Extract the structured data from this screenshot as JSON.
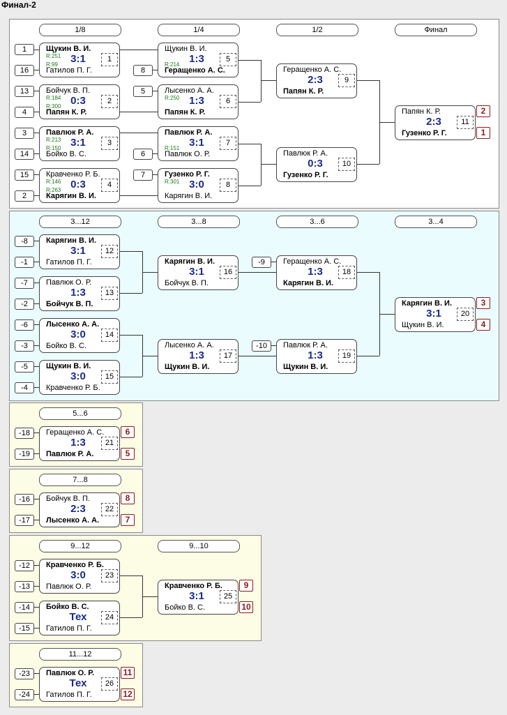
{
  "title": "Финал-2",
  "colors": {
    "score": "#1a2a8c",
    "place": "#8b1a1a",
    "rating": "#1c7a1c"
  },
  "rounds": {
    "r1_8": "1/8",
    "r1_4": "1/4",
    "r1_2": "1/2",
    "final": "Финал",
    "r3_12": "3...12",
    "r3_8": "3...8",
    "r3_6": "3...6",
    "r3_4": "3...4",
    "r5_6": "5...6",
    "r7_8": "7...8",
    "r9_12": "9...12",
    "r9_10": "9...10",
    "r11_12": "11...12"
  },
  "seeds": {
    "s1": "1",
    "s16": "16",
    "s13": "13",
    "s4": "4",
    "s3": "3",
    "s14": "14",
    "s15": "15",
    "s2": "2",
    "s8": "8",
    "s5": "5",
    "s6": "6",
    "s7": "7",
    "m8": "-8",
    "m1": "-1",
    "m7": "-7",
    "m2": "-2",
    "m6": "-6",
    "m3": "-3",
    "m5": "-5",
    "m4": "-4",
    "m9": "-9",
    "m10": "-10",
    "m18": "-18",
    "m19": "-19",
    "m16": "-16",
    "m17": "-17",
    "m12": "-12",
    "m13": "-13",
    "m14": "-14",
    "m15": "-15",
    "m23": "-23",
    "m24": "-24"
  },
  "places": {
    "p1": "1",
    "p2": "2",
    "p3": "3",
    "p4": "4",
    "p5": "5",
    "p6": "6",
    "p7": "7",
    "p8": "8",
    "p9": "9",
    "p10": "10",
    "p11": "11",
    "p12": "12"
  },
  "matches": {
    "m1": {
      "num": "1",
      "p1": "Щукин В. И.",
      "p2": "Гатилов П. Г.",
      "score": "3:1",
      "r1": "R:251",
      "r2": "R:99"
    },
    "m2": {
      "num": "2",
      "p1": "Бойчук В. П.",
      "p2": "Папян К. Р.",
      "score": "0:3",
      "r1": "R:184",
      "r2": "R:300"
    },
    "m3": {
      "num": "3",
      "p1": "Павлюк Р. А.",
      "p2": "Бойко В. С.",
      "score": "3:1",
      "r1": "R:213",
      "r2": "R:150"
    },
    "m4": {
      "num": "4",
      "p1": "Кравченко Р. Б.",
      "p2": "Карягин В. И.",
      "score": "0:3",
      "r1": "R:146",
      "r2": "R:263"
    },
    "m5": {
      "num": "5",
      "p1": "Щукин В. И.",
      "p2": "Геращенко А. С.",
      "score": "1:3",
      "r2": "R:214"
    },
    "m6": {
      "num": "6",
      "p1": "Лысенко А. А.",
      "p2": "Папян К. Р.",
      "score": "1:3",
      "r1": "R:250"
    },
    "m7": {
      "num": "7",
      "p1": "Павлюк Р. А.",
      "p2": "Павлюк О. Р.",
      "score": "3:1",
      "r2": "R:151"
    },
    "m8": {
      "num": "8",
      "p1": "Гузенко Р. Г.",
      "p2": "Карягин В. И.",
      "score": "3:0",
      "r1": "R:301"
    },
    "m9": {
      "num": "9",
      "p1": "Геращенко А. С.",
      "p2": "Папян К. Р.",
      "score": "2:3"
    },
    "m10": {
      "num": "10",
      "p1": "Павлюк Р. А.",
      "p2": "Гузенко Р. Г.",
      "score": "0:3"
    },
    "m11": {
      "num": "11",
      "p1": "Папян К. Р.",
      "p2": "Гузенко Р. Г.",
      "score": "2:3"
    },
    "m12": {
      "num": "12",
      "p1": "Карягин В. И.",
      "p2": "Гатилов П. Г.",
      "score": "3:1"
    },
    "m13": {
      "num": "13",
      "p1": "Павлюк О. Р.",
      "p2": "Бойчук В. П.",
      "score": "1:3"
    },
    "m14": {
      "num": "14",
      "p1": "Лысенко А. А.",
      "p2": "Бойко В. С.",
      "score": "3:0"
    },
    "m15": {
      "num": "15",
      "p1": "Щукин В. И.",
      "p2": "Кравченко Р. Б.",
      "score": "3:0"
    },
    "m16": {
      "num": "16",
      "p1": "Карягин В. И.",
      "p2": "Бойчук В. П.",
      "score": "3:1"
    },
    "m17": {
      "num": "17",
      "p1": "Лысенко А. А.",
      "p2": "Щукин В. И.",
      "score": "1:3"
    },
    "m18": {
      "num": "18",
      "p1": "Геращенко А. С.",
      "p2": "Карягин В. И.",
      "score": "1:3"
    },
    "m19": {
      "num": "19",
      "p1": "Павлюк Р. А.",
      "p2": "Щукин В. И.",
      "score": "1:3"
    },
    "m20": {
      "num": "20",
      "p1": "Карягин В. И.",
      "p2": "Щукин В. И.",
      "score": "3:1"
    },
    "m21": {
      "num": "21",
      "p1": "Геращенко А. С.",
      "p2": "Павлюк Р. А.",
      "score": "1:3"
    },
    "m22": {
      "num": "22",
      "p1": "Бойчук В. П.",
      "p2": "Лысенко А. А.",
      "score": "2:3"
    },
    "m23": {
      "num": "23",
      "p1": "Кравченко Р. Б.",
      "p2": "Павлюк О. Р.",
      "score": "3:0"
    },
    "m24": {
      "num": "24",
      "p1": "Бойко В. С.",
      "p2": "Гатилов П. Г.",
      "score": "Тех"
    },
    "m25": {
      "num": "25",
      "p1": "Кравченко Р. Б.",
      "p2": "Бойко В. С.",
      "score": "3:1"
    },
    "m26": {
      "num": "26",
      "p1": "Павлюк О. Р.",
      "p2": "Гатилов П. Г.",
      "score": "Тех"
    }
  }
}
